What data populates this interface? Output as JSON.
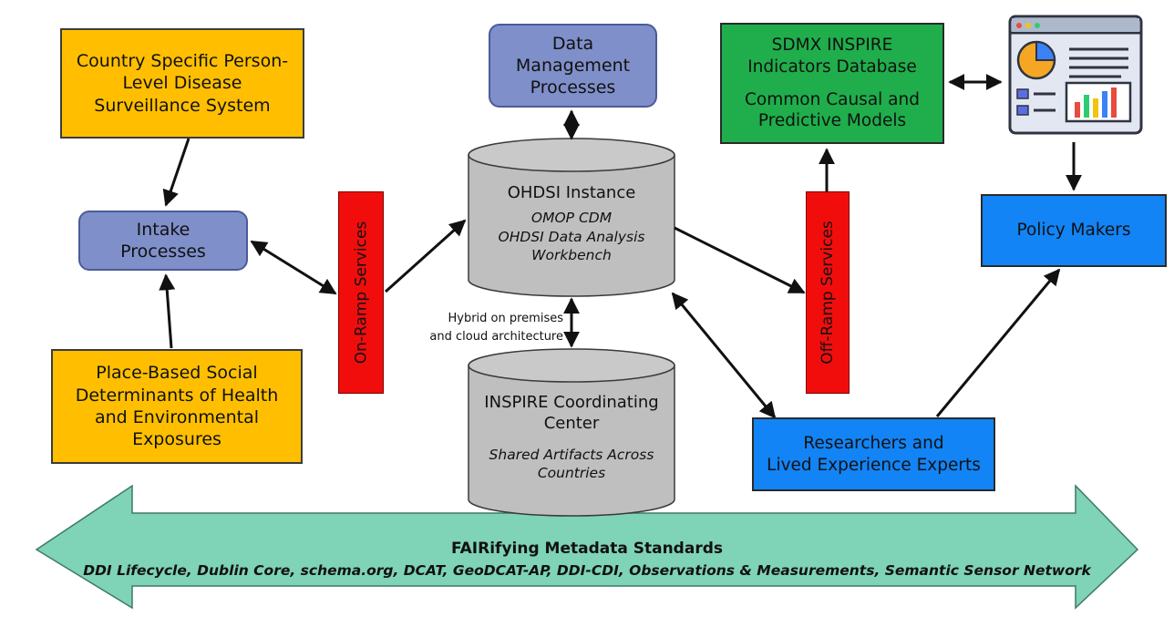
{
  "boxes": {
    "country": {
      "lines": [
        "Country Specific Person-",
        "Level Disease",
        "Surveillance System"
      ]
    },
    "intake": {
      "lines": [
        "Intake",
        "Processes"
      ]
    },
    "place": {
      "lines": [
        "Place-Based Social",
        "Determinants of Health",
        "and Environmental",
        "Exposures"
      ]
    },
    "data_mgmt": {
      "lines": [
        "Data",
        "Management",
        "Processes"
      ]
    },
    "sdmx": {
      "line1": "SDMX INSPIRE",
      "line2": "Indicators Database",
      "line3": "Common Causal and",
      "line4": "Predictive Models"
    },
    "policy": {
      "label": "Policy Makers"
    },
    "researchers": {
      "lines": [
        "Researchers and",
        "Lived Experience Experts"
      ]
    }
  },
  "ramps": {
    "on": "On-Ramp Services",
    "off": "Off-Ramp Services"
  },
  "cylinders": {
    "ohdsi": {
      "title": "OHDSI Instance",
      "subs": [
        "OMOP CDM",
        "OHDSI Data Analysis",
        "Workbench"
      ]
    },
    "coordinating": {
      "titles": [
        "INSPIRE Coordinating",
        "Center"
      ],
      "subs": [
        "Shared Artifacts Across",
        "Countries"
      ]
    }
  },
  "hybrid_note": [
    "Hybrid on premises",
    "and cloud architecture"
  ],
  "banner": {
    "title": "FAIRifying Metadata Standards",
    "subtitle": "DDI Lifecycle, Dublin Core, schema.org, DCAT, GeoDCAT-AP, DDI-CDI, Observations & Measurements, Semantic Sensor Network"
  },
  "colors": {
    "orange": "#ffbf00",
    "purple": "#7f8fc9",
    "green": "#1fae4b",
    "blue": "#1284f5",
    "red": "#f20d0d",
    "cylinder": "#bfbfbf",
    "banner": "#7fd3b6"
  },
  "icons": {
    "dashboard": "dashboard-icon"
  }
}
